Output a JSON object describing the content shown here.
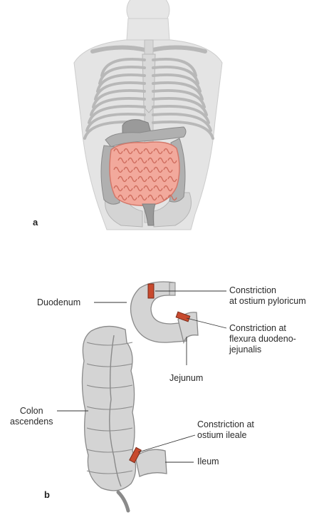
{
  "panels": {
    "a": {
      "letter": "a"
    },
    "b": {
      "letter": "b"
    }
  },
  "labels": {
    "duodenum": "Duodenum",
    "constriction_pyloricum": [
      "Constriction",
      "at ostium pyloricum"
    ],
    "constriction_flexura": [
      "Constriction at",
      "flexura duodeno-",
      "jejunalis"
    ],
    "jejunum": "Jejunum",
    "colon_ascendens": [
      "Colon",
      "ascendens"
    ],
    "constriction_ileale": [
      "Constriction at",
      "ostium ileale"
    ],
    "ileum": "Ileum"
  },
  "colors": {
    "body_fill": "#e4e4e4",
    "bone_stroke": "#b8b8b8",
    "intestine_fill": "#f2a99c",
    "intestine_stroke": "#d3786a",
    "organ_grey": "#9a9a9a",
    "tube_fill": "#d4d4d4",
    "tube_stroke": "#8a8a8a",
    "constriction": "#c84a2e",
    "leader": "#333333"
  }
}
